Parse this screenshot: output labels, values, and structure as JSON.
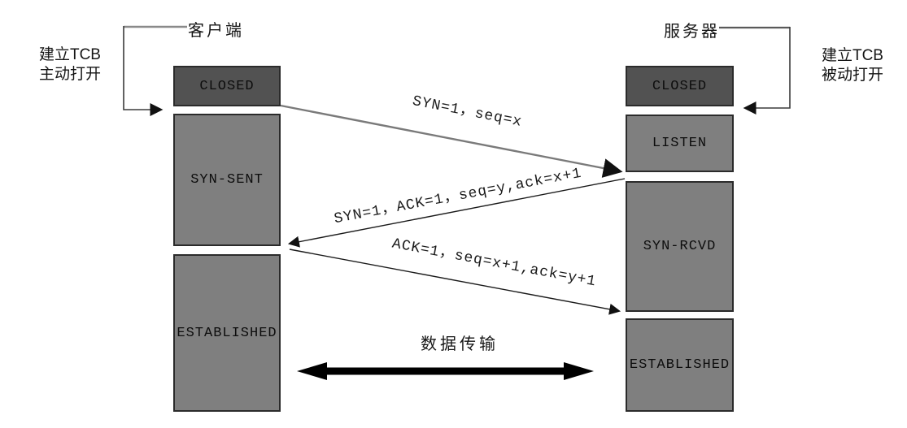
{
  "diagram": "tcp-three-way-handshake",
  "client": {
    "label": "客户端",
    "annotation_line1": "建立TCB",
    "annotation_line2": "主动打开",
    "states": [
      "CLOSED",
      "SYN-SENT",
      "ESTABLISHED"
    ]
  },
  "server": {
    "label": "服务器",
    "annotation_line1": "建立TCB",
    "annotation_line2": "被动打开",
    "states": [
      "CLOSED",
      "LISTEN",
      "SYN-RCVD",
      "ESTABLISHED"
    ]
  },
  "messages": [
    {
      "label": "SYN=1，seq=x",
      "direction": "client-to-server"
    },
    {
      "label": "SYN=1，ACK=1，seq=y,ack=x+1",
      "direction": "server-to-client"
    },
    {
      "label": "ACK=1，seq=x+1,ack=y+1",
      "direction": "client-to-server"
    }
  ],
  "data_transfer": {
    "label": "数据传输"
  },
  "colors": {
    "box_dark": "#525252",
    "box_gray": "#7f7f7f",
    "box_border": "#2b2b2b",
    "arrow_gray": "#7a7a7a",
    "arrow_black": "#1a1a1a",
    "background": "#ffffff"
  }
}
